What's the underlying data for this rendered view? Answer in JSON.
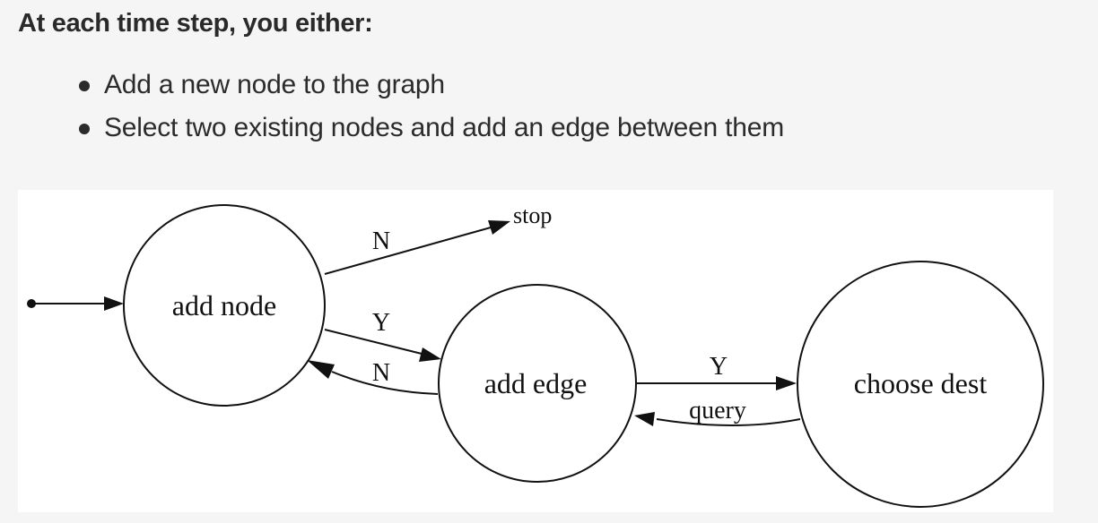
{
  "heading": "At each time step, you either:",
  "bullets": [
    "Add a new node to the graph",
    "Select two existing nodes and add an edge between them"
  ],
  "diagram": {
    "nodes": {
      "add_node": "add node",
      "add_edge": "add edge",
      "choose_dest": "choose dest",
      "stop": "stop"
    },
    "edges": {
      "add_node_to_stop": "N",
      "add_node_to_add_edge": "Y",
      "add_edge_to_add_node": "N",
      "add_edge_to_choose_dest": "Y",
      "choose_dest_to_add_edge": "query"
    }
  }
}
